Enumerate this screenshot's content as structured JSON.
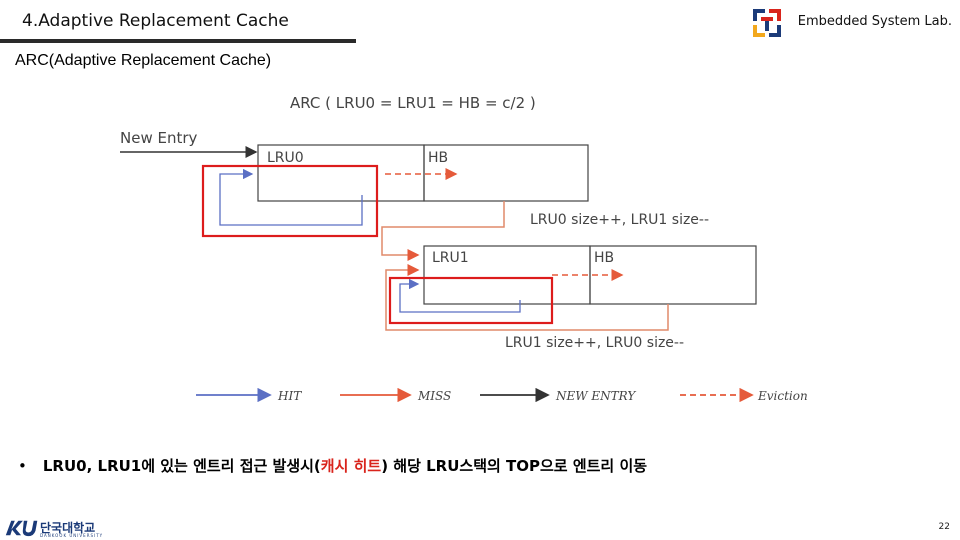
{
  "header": {
    "title": "4.Adaptive Replacement Cache",
    "lab": "Embedded System Lab."
  },
  "subtitle": "ARC(Adaptive Replacement Cache)",
  "diagram": {
    "formula": "ARC  ( LRU0 = LRU1 = HB = c/2 )",
    "new_entry": "New Entry",
    "lru0": "LRU0",
    "hb_top": "HB",
    "lru1": "LRU1",
    "hb_bottom": "HB",
    "note1": "LRU0 size++, LRU1 size--",
    "note2": "LRU1 size++, LRU0 size--",
    "legend": {
      "hit": "HIT",
      "miss": "MISS",
      "new_entry": "NEW ENTRY",
      "eviction": "Eviction"
    },
    "colors": {
      "hit": "#5b6fc4",
      "miss": "#e55a3a",
      "new_entry": "#333333",
      "eviction": "#e55a3a",
      "highlight": "#dd1c1c",
      "loop": "#e08a6a"
    }
  },
  "bullet": {
    "mark": "•",
    "part1": "LRU0, LRU1에 있는 엔트리 접근 발생시(",
    "highlight": "캐시 히트",
    "part2": ") 해당 LRU스택의 TOP으로 엔트리 이동"
  },
  "footer": {
    "university": "단국대학교",
    "university_en": "DANKOOK UNIVERSITY",
    "page": "22"
  }
}
